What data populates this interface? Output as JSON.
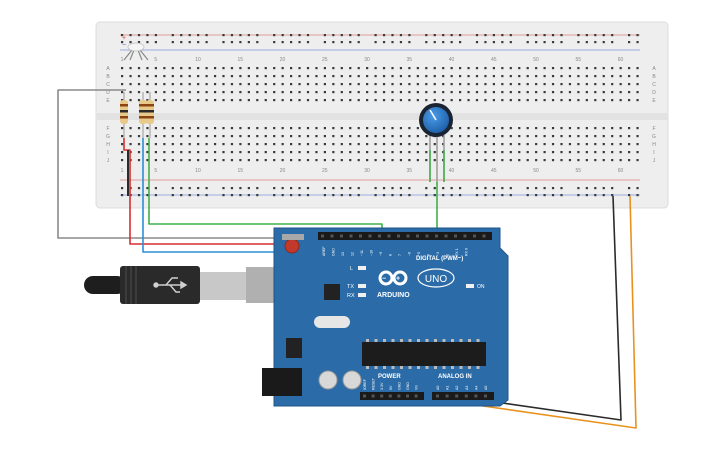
{
  "breadboard": {
    "column_numbers": [
      "1",
      "5",
      "10",
      "15",
      "20",
      "25",
      "30",
      "35",
      "40",
      "45",
      "50",
      "55",
      "60"
    ],
    "row_letters_top": [
      "A",
      "B",
      "C",
      "D",
      "E"
    ],
    "row_letters_bottom": [
      "F",
      "G",
      "H",
      "I",
      "J"
    ],
    "rail_plus": "+",
    "rail_minus": "−",
    "color": "#eeeeee"
  },
  "arduino": {
    "brand": "ARDUINO",
    "model": "UNO",
    "digital_label": "DIGITAL (PWM~)",
    "power_label": "POWER",
    "analog_label": "ANALOG IN",
    "led_labels": [
      "L",
      "TX",
      "RX"
    ],
    "on_label": "ON",
    "power_pins": [
      "IOREF",
      "RESET",
      "3.3V",
      "5V",
      "GND",
      "GND",
      "Vin"
    ],
    "analog_pins": [
      "A0",
      "A1",
      "A2",
      "A3",
      "A4",
      "A5"
    ],
    "digital_pins": [
      "AREF",
      "GND",
      "13",
      "12",
      "~11",
      "~10",
      "~9",
      "8",
      "7",
      "~6",
      "~5",
      "4",
      "~3",
      "2",
      "TX 1",
      "RX 0"
    ],
    "board_color": "#2b6ca8"
  },
  "wire_colors": {
    "gray": "#8a8a8a",
    "red": "#d62f2f",
    "blue": "#2b8fd6",
    "green": "#3fb04a",
    "black": "#2b2b2b",
    "orange": "#e8921e"
  },
  "components": {
    "led": "rgb-led",
    "resistors": 3,
    "potentiometer": "potentiometer"
  }
}
